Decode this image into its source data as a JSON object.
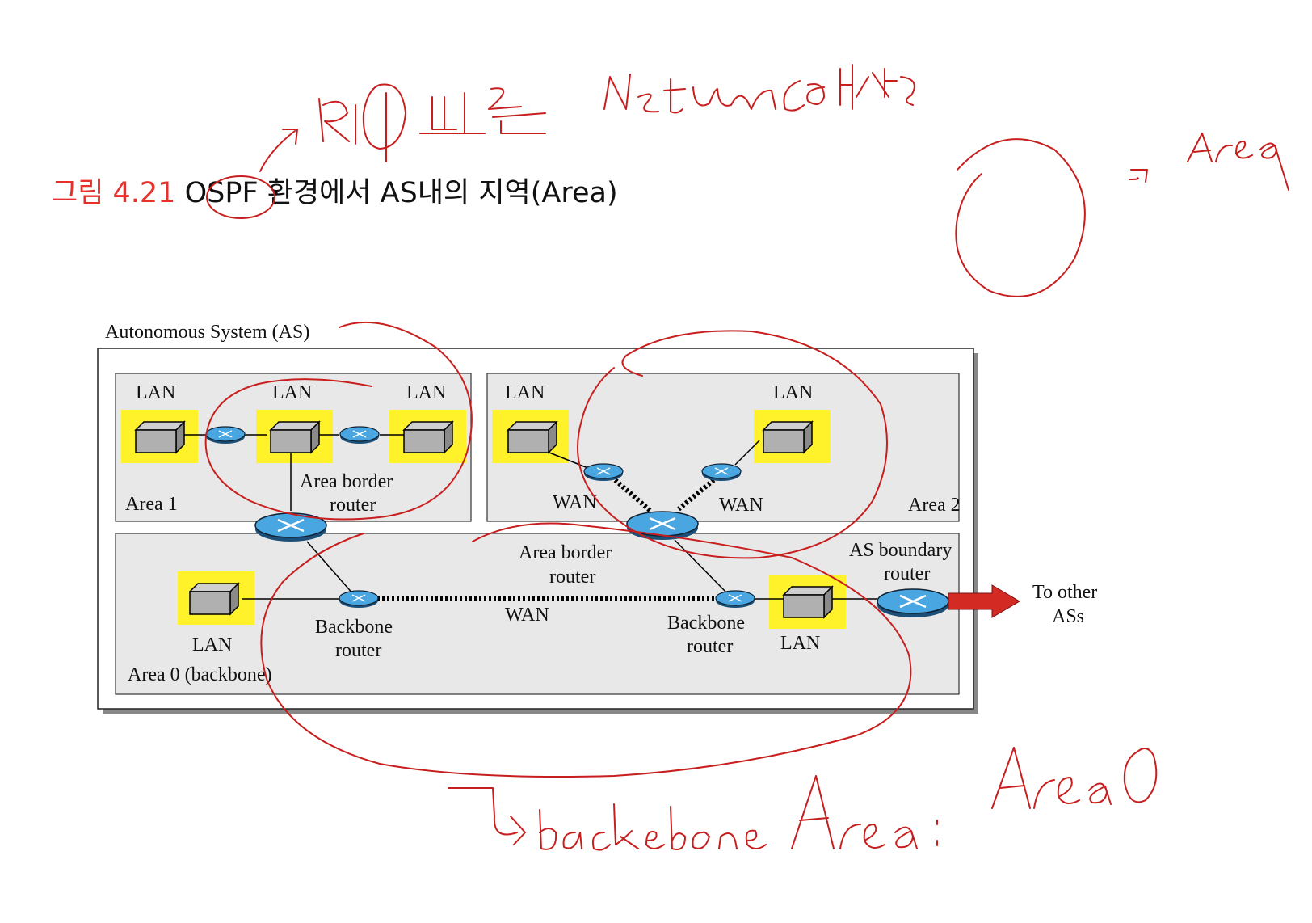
{
  "title": {
    "figure_label": "그림 4.21",
    "text": "OSPF 환경에서 AS내의 지역(Area)"
  },
  "diagram": {
    "as_label": "Autonomous System (AS)",
    "area1": {
      "label": "Area 1",
      "lans": [
        "LAN",
        "LAN",
        "LAN"
      ],
      "abr_label_line1": "Area border",
      "abr_label_line2": "router"
    },
    "area2": {
      "label": "Area 2",
      "lans": [
        "LAN",
        "LAN"
      ],
      "wans": [
        "WAN",
        "WAN"
      ]
    },
    "area0": {
      "label": "Area 0 (backbone)",
      "abr_label_line1": "Area border",
      "abr_label_line2": "router",
      "asbr_label_line1": "AS boundary",
      "asbr_label_line2": "router",
      "lans": [
        "LAN",
        "LAN"
      ],
      "wan": "WAN",
      "backbone1_line1": "Backbone",
      "backbone1_line2": "router",
      "backbone2_line1": "Backbone",
      "backbone2_line2": "router"
    },
    "to_other_line1": "To other",
    "to_other_line2": "ASs"
  },
  "colors": {
    "lan_highlight": "#fff12a",
    "router": "#4aa6e0",
    "area_bg": "#e8e8e8",
    "arrow": "#d32a24",
    "ink": "#c81e1e"
  }
}
